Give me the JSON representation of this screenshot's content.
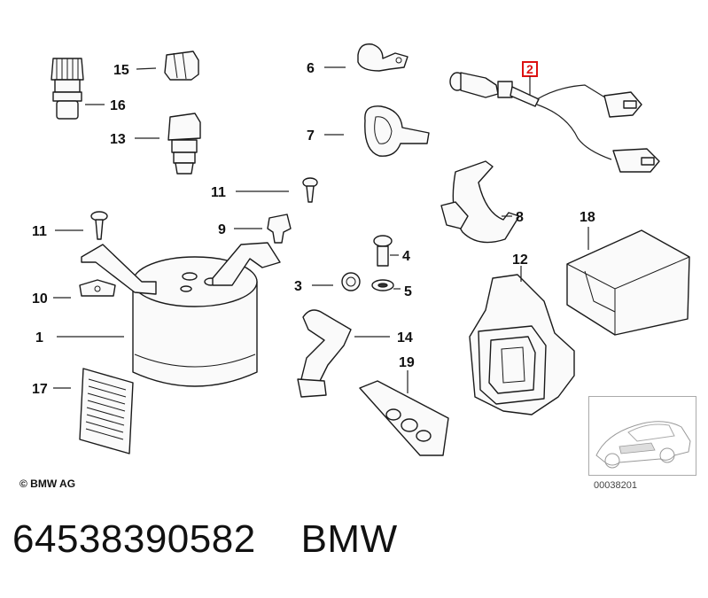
{
  "diagram": {
    "callouts": {
      "c1": "1",
      "c2": "2",
      "c3": "3",
      "c4": "4",
      "c5": "5",
      "c6": "6",
      "c7": "7",
      "c8": "8",
      "c9": "9",
      "c10": "10",
      "c11a": "11",
      "c11b": "11",
      "c12": "12",
      "c13": "13",
      "c14": "14",
      "c15": "15",
      "c16": "16",
      "c17": "17",
      "c18": "18",
      "c19": "19"
    },
    "highlighted_callout": "c2",
    "highlight_color": "#dd1111",
    "copyright": "© BMW AG",
    "reference_id": "00038201",
    "footer_text": "64538390582    BMW"
  }
}
